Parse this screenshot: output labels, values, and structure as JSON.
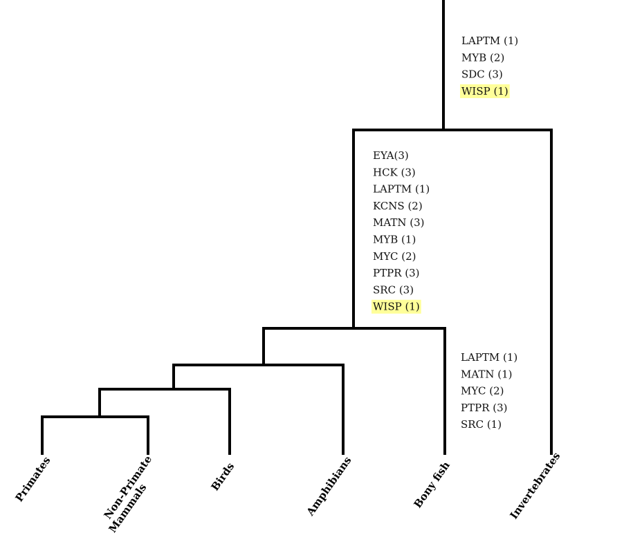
{
  "annotations": {
    "root": [
      "LAPTM (1)",
      "MYB (2)",
      "SDC (3)",
      "WISP (1)"
    ],
    "vertebrates": [
      "EYA(3)",
      "HCK (3)",
      "LAPTM (1)",
      "KCNS (2)",
      "MATN (3)",
      "MYB (1)",
      "MYC (2)",
      "PTPR (3)",
      "SRC (3)",
      "WISP (1)"
    ],
    "bony_fish": [
      "LAPTM (1)",
      "MATN (1)",
      "MYC (2)",
      "PTPR (3)",
      "SRC (1)"
    ]
  },
  "highlighted": [
    "WISP (1)"
  ],
  "highlight_color": "#ffff99",
  "taxa": {
    "primates": "Primates",
    "non_primate_line1": "Non-Primate",
    "non_primate_line2": "Mammals",
    "birds": "Birds",
    "amphibians": "Amphibians",
    "bony_fish": "Bony fish",
    "invertebrates": "Invertebrates"
  }
}
